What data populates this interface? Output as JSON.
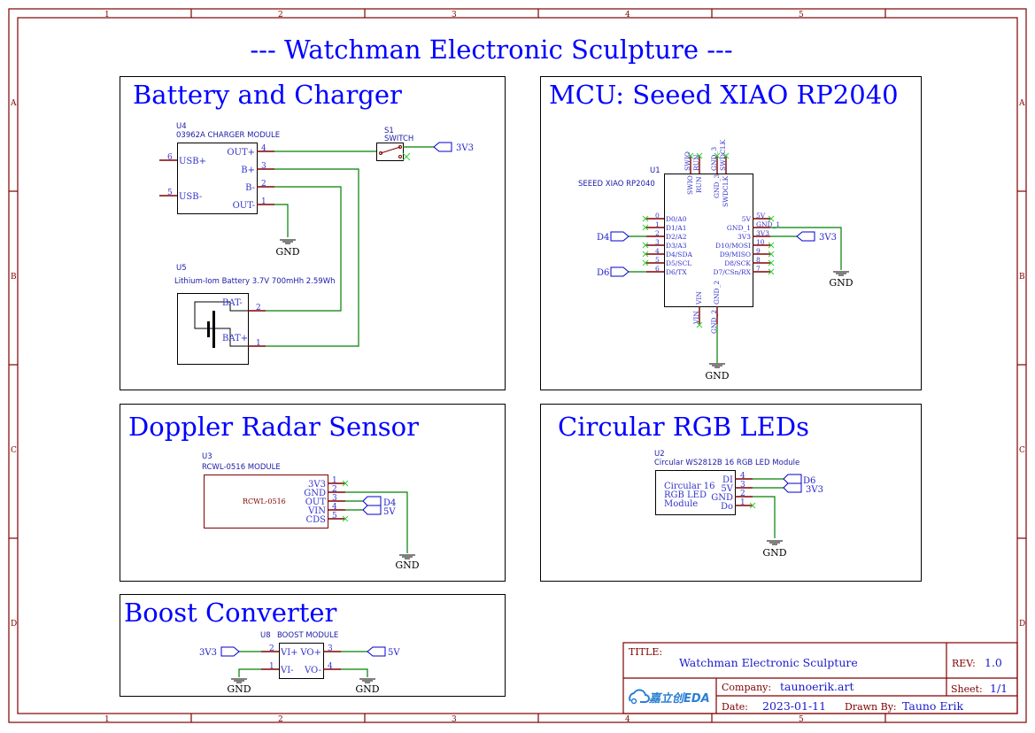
{
  "sheet": {
    "main_title": "--- Watchman Electronic Sculpture ---",
    "zones_cols": [
      "1",
      "2",
      "3",
      "4",
      "5"
    ],
    "zones_rows": [
      "A",
      "B",
      "C",
      "D"
    ]
  },
  "sections": {
    "battery": {
      "title": "Battery and Charger",
      "u4": {
        "ref": "U4",
        "name": "03962A CHARGER MODULE",
        "pins_left": [
          {
            "num": "6",
            "name": "USB+"
          },
          {
            "num": "5",
            "name": "USB-"
          }
        ],
        "pins_right": [
          {
            "num": "4",
            "name": "OUT+"
          },
          {
            "num": "3",
            "name": "B+"
          },
          {
            "num": "2",
            "name": "B-"
          },
          {
            "num": "1",
            "name": "OUT-"
          }
        ]
      },
      "s1": {
        "ref": "S1",
        "name": "SWITCH"
      },
      "u5": {
        "ref": "U5",
        "name": "Lithium-Iom Battery 3.7V 700mHh 2.59Wh",
        "pins": [
          {
            "num": "2",
            "name": "BAT-"
          },
          {
            "num": "1",
            "name": "BAT+"
          }
        ]
      },
      "flag_3v3": "3V3",
      "gnd": "GND"
    },
    "mcu": {
      "title": "MCU: Seeed XIAO RP2040",
      "u1": {
        "ref": "U1",
        "name": "SEEED XIAO RP2040",
        "top_pins": [
          "SWIO",
          "RUN",
          "GND_3",
          "SWDCLK"
        ],
        "left_pins": [
          {
            "num": "0",
            "name": "D0/A0"
          },
          {
            "num": "1",
            "name": "D1/A1"
          },
          {
            "num": "2",
            "name": "D2/A2"
          },
          {
            "num": "3",
            "name": "D3/A3"
          },
          {
            "num": "4",
            "name": "D4/SDA"
          },
          {
            "num": "5",
            "name": "D5/SCL"
          },
          {
            "num": "6",
            "name": "D6/TX"
          }
        ],
        "right_pins": [
          {
            "num": "5V",
            "name": "5V"
          },
          {
            "num": "GND_1",
            "name": "GND_1"
          },
          {
            "num": "3V3",
            "name": "3V3"
          },
          {
            "num": "10",
            "name": "D10/MOSI"
          },
          {
            "num": "9",
            "name": "D9/MISO"
          },
          {
            "num": "8",
            "name": "D8/SCK"
          },
          {
            "num": "7",
            "name": "D7/CSn/RX"
          }
        ],
        "bottom_pins": [
          "VIN",
          "GND_2"
        ]
      },
      "flag_d4": "D4",
      "flag_d6": "D6",
      "flag_3v3": "3V3",
      "gnd": "GND"
    },
    "radar": {
      "title": "Doppler Radar Sensor",
      "u3": {
        "ref": "U3",
        "name": "RCWL-0516 MODULE",
        "body": "RCWL-0516",
        "pins": [
          {
            "num": "1",
            "name": "3V3"
          },
          {
            "num": "2",
            "name": "GND"
          },
          {
            "num": "3",
            "name": "OUT"
          },
          {
            "num": "4",
            "name": "VIN"
          },
          {
            "num": "5",
            "name": "CDS"
          }
        ]
      },
      "flag_d4": "D4",
      "flag_5v": "5V",
      "gnd": "GND"
    },
    "leds": {
      "title": "Circular RGB LEDs",
      "u2": {
        "ref": "U2",
        "name": "Circular WS2812B 16 RGB LED Module",
        "body": [
          "Circular 16",
          "RGB LED",
          "Module"
        ],
        "pins": [
          {
            "num": "4",
            "name": "DI"
          },
          {
            "num": "3",
            "name": "5V"
          },
          {
            "num": "2",
            "name": "GND"
          },
          {
            "num": "1",
            "name": "Do"
          }
        ]
      },
      "flag_d6": "D6",
      "flag_3v3": "3V3",
      "gnd": "GND"
    },
    "boost": {
      "title": "Boost Converter",
      "u8": {
        "ref": "U8",
        "name": "BOOST MODULE",
        "pins": [
          {
            "num": "2",
            "name": "VI+"
          },
          {
            "num": "1",
            "name": "VI-"
          },
          {
            "num": "3",
            "name": "VO+"
          },
          {
            "num": "4",
            "name": "VO-"
          }
        ]
      },
      "flag_3v3": "3V3",
      "flag_5v": "5V",
      "gnd": "GND"
    }
  },
  "titleblock": {
    "title_label": "TITLE:",
    "title_value": "Watchman Electronic Sculpture",
    "rev_label": "REV:",
    "rev_value": "1.0",
    "company_label": "Company:",
    "company_value": "taunoerik.art",
    "sheet_label": "Sheet:",
    "sheet_value": "1/1",
    "date_label": "Date:",
    "date_value": "2023-01-11",
    "drawn_label": "Drawn By:",
    "drawn_value": "Tauno Erik",
    "logo": "嘉立创EDA"
  }
}
